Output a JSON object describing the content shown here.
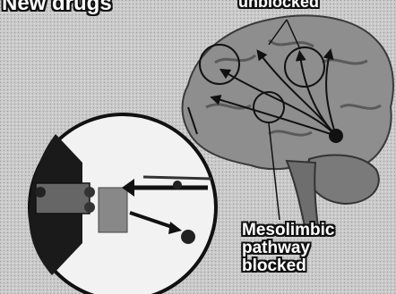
{
  "title": "New drugs",
  "top_label": "unblocked",
  "bottom_label": [
    "Mesolimbic",
    "pathway",
    "blocked"
  ],
  "colors": {
    "background": "#c9c9c9",
    "brain": "#8e8e8e",
    "inset_circle": "#f2f2f2",
    "dark": "#1a1a1a"
  }
}
